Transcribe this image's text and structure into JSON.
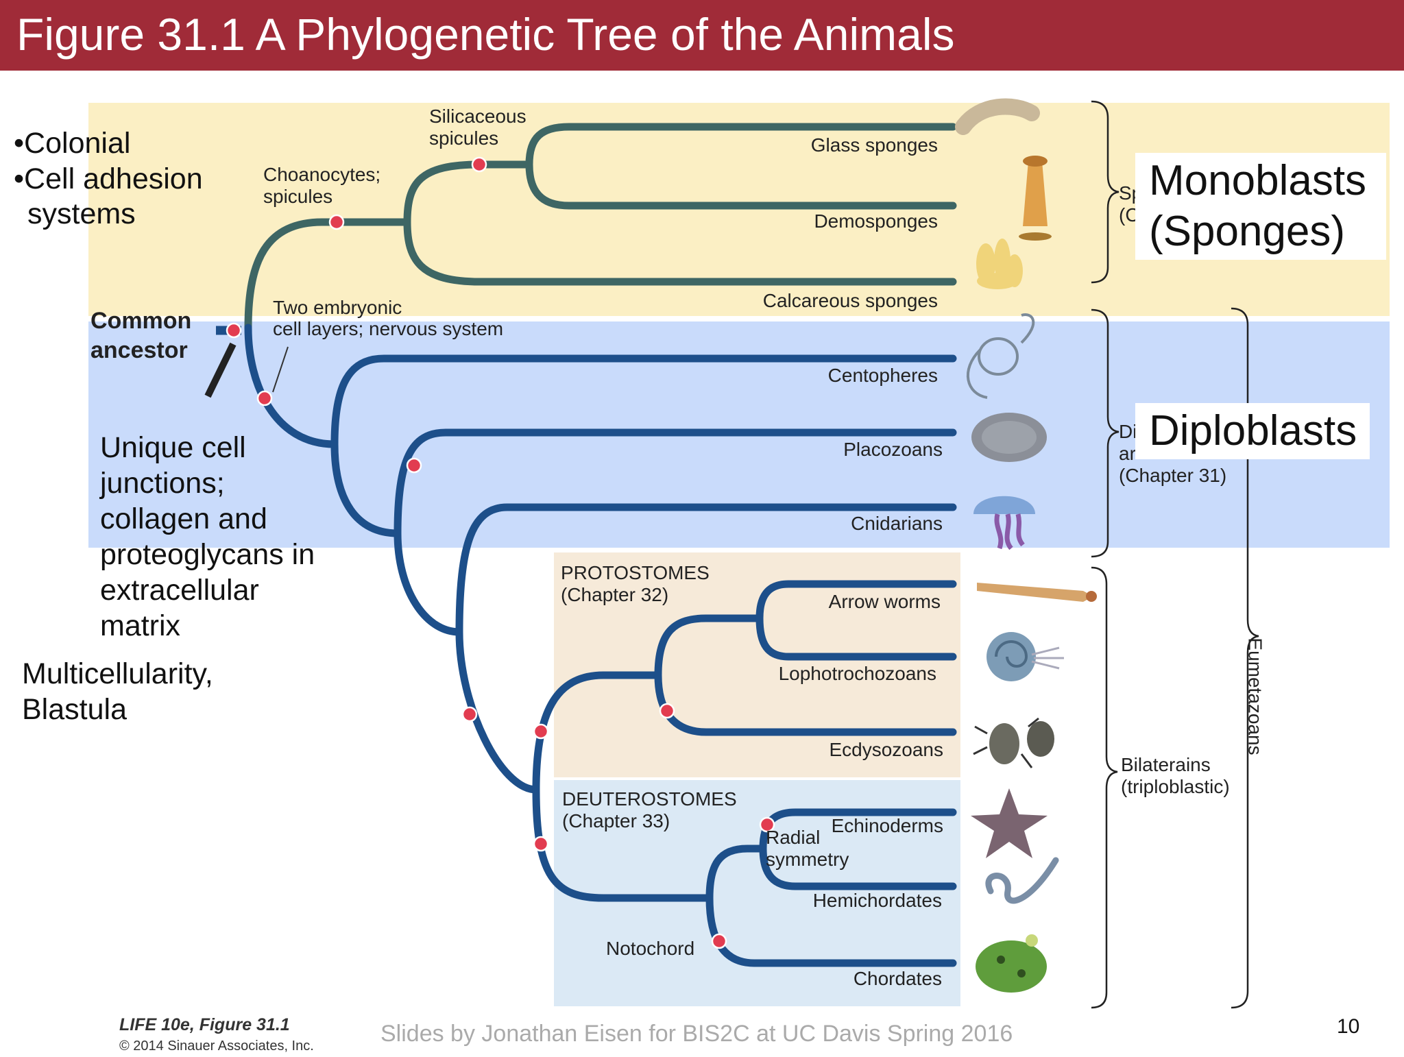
{
  "title": "Figure 31.1  A Phylogenetic Tree of the Animals",
  "colors": {
    "title_bar": "#a02b38",
    "sponge_band": "#fbefc4",
    "diploblast_band": "#c9dbfb",
    "protostome_box": "#f6ead9",
    "deuterostome_box": "#dbe9f5",
    "sponge_branch": "#3e6664",
    "bilaterian_branch": "#1d4f8a",
    "node_dot": "#e23c50"
  },
  "left_notes": {
    "colonial": "•Colonial",
    "cell_adhesion": "•Cell adhesion",
    "systems": "systems",
    "common_ancestor_1": "Common",
    "common_ancestor_2": "ancestor",
    "unique_cell": "Unique cell junctions; collagen and proteoglycans in extracellular matrix",
    "multicellularity": "Multicellularity, Blastula"
  },
  "synapomorphies": {
    "silicaceous_1": "Silicaceous",
    "silicaceous_2": "spicules",
    "choanocytes_1": "Choanocytes;",
    "choanocytes_2": "spicules",
    "two_layers_1": "Two embryonic",
    "two_layers_2": "cell layers; nervous system",
    "radial_1": "Radial",
    "radial_2": "symmetry",
    "notochord": "Notochord"
  },
  "taxa": [
    {
      "key": "glass",
      "label": "Glass sponges",
      "icon": "glass-sponge-icon"
    },
    {
      "key": "demo",
      "label": "Demosponges",
      "icon": "demosponge-icon"
    },
    {
      "key": "calc",
      "label": "Calcareous sponges",
      "icon": "calcareous-sponge-icon"
    },
    {
      "key": "cteno",
      "label": "Centopheres",
      "icon": "ctenophore-icon"
    },
    {
      "key": "placo",
      "label": "Placozoans",
      "icon": "placozoan-icon"
    },
    {
      "key": "cnid",
      "label": "Cnidarians",
      "icon": "jellyfish-icon"
    },
    {
      "key": "arrow",
      "label": "Arrow worms",
      "icon": "arrow-worm-icon"
    },
    {
      "key": "lopho",
      "label": "Lophotrochozoans",
      "icon": "nautilus-icon"
    },
    {
      "key": "ecdy",
      "label": "Ecdysozoans",
      "icon": "beetle-icon"
    },
    {
      "key": "echino",
      "label": "Echinoderms",
      "icon": "starfish-icon"
    },
    {
      "key": "hemi",
      "label": "Hemichordates",
      "icon": "acorn-worm-icon"
    },
    {
      "key": "chord",
      "label": "Chordates",
      "icon": "frog-icon"
    }
  ],
  "groups": {
    "protostomes_1": "PROTOSTOMES",
    "protostomes_2": "(Chapter 32)",
    "deuterostomes_1": "DEUTEROSTOMES",
    "deuterostomes_2": "(Chapter 33)"
  },
  "right_labels": {
    "sponges_partial_1": "Sp",
    "sponges_partial_2": "(C",
    "diplo_partial_1": "Di",
    "diplo_partial_2": "ar",
    "diplo_chapter": "(Chapter 31)",
    "bilaterians_1": "Bilaterains",
    "bilaterians_2": "(triploblastic)",
    "eumetazoans": "Eumetazoans",
    "monoblasts_1": "Monoblasts",
    "monoblasts_2": "(Sponges)",
    "diploblasts": "Diploblasts"
  },
  "footer": {
    "citation_1": "LIFE 10e, Figure 31.1",
    "citation_2": "© 2014 Sinauer Associates, Inc.",
    "credit": "Slides by Jonathan Eisen for BIS2C at UC Davis Spring 2016",
    "page_number": "10"
  }
}
